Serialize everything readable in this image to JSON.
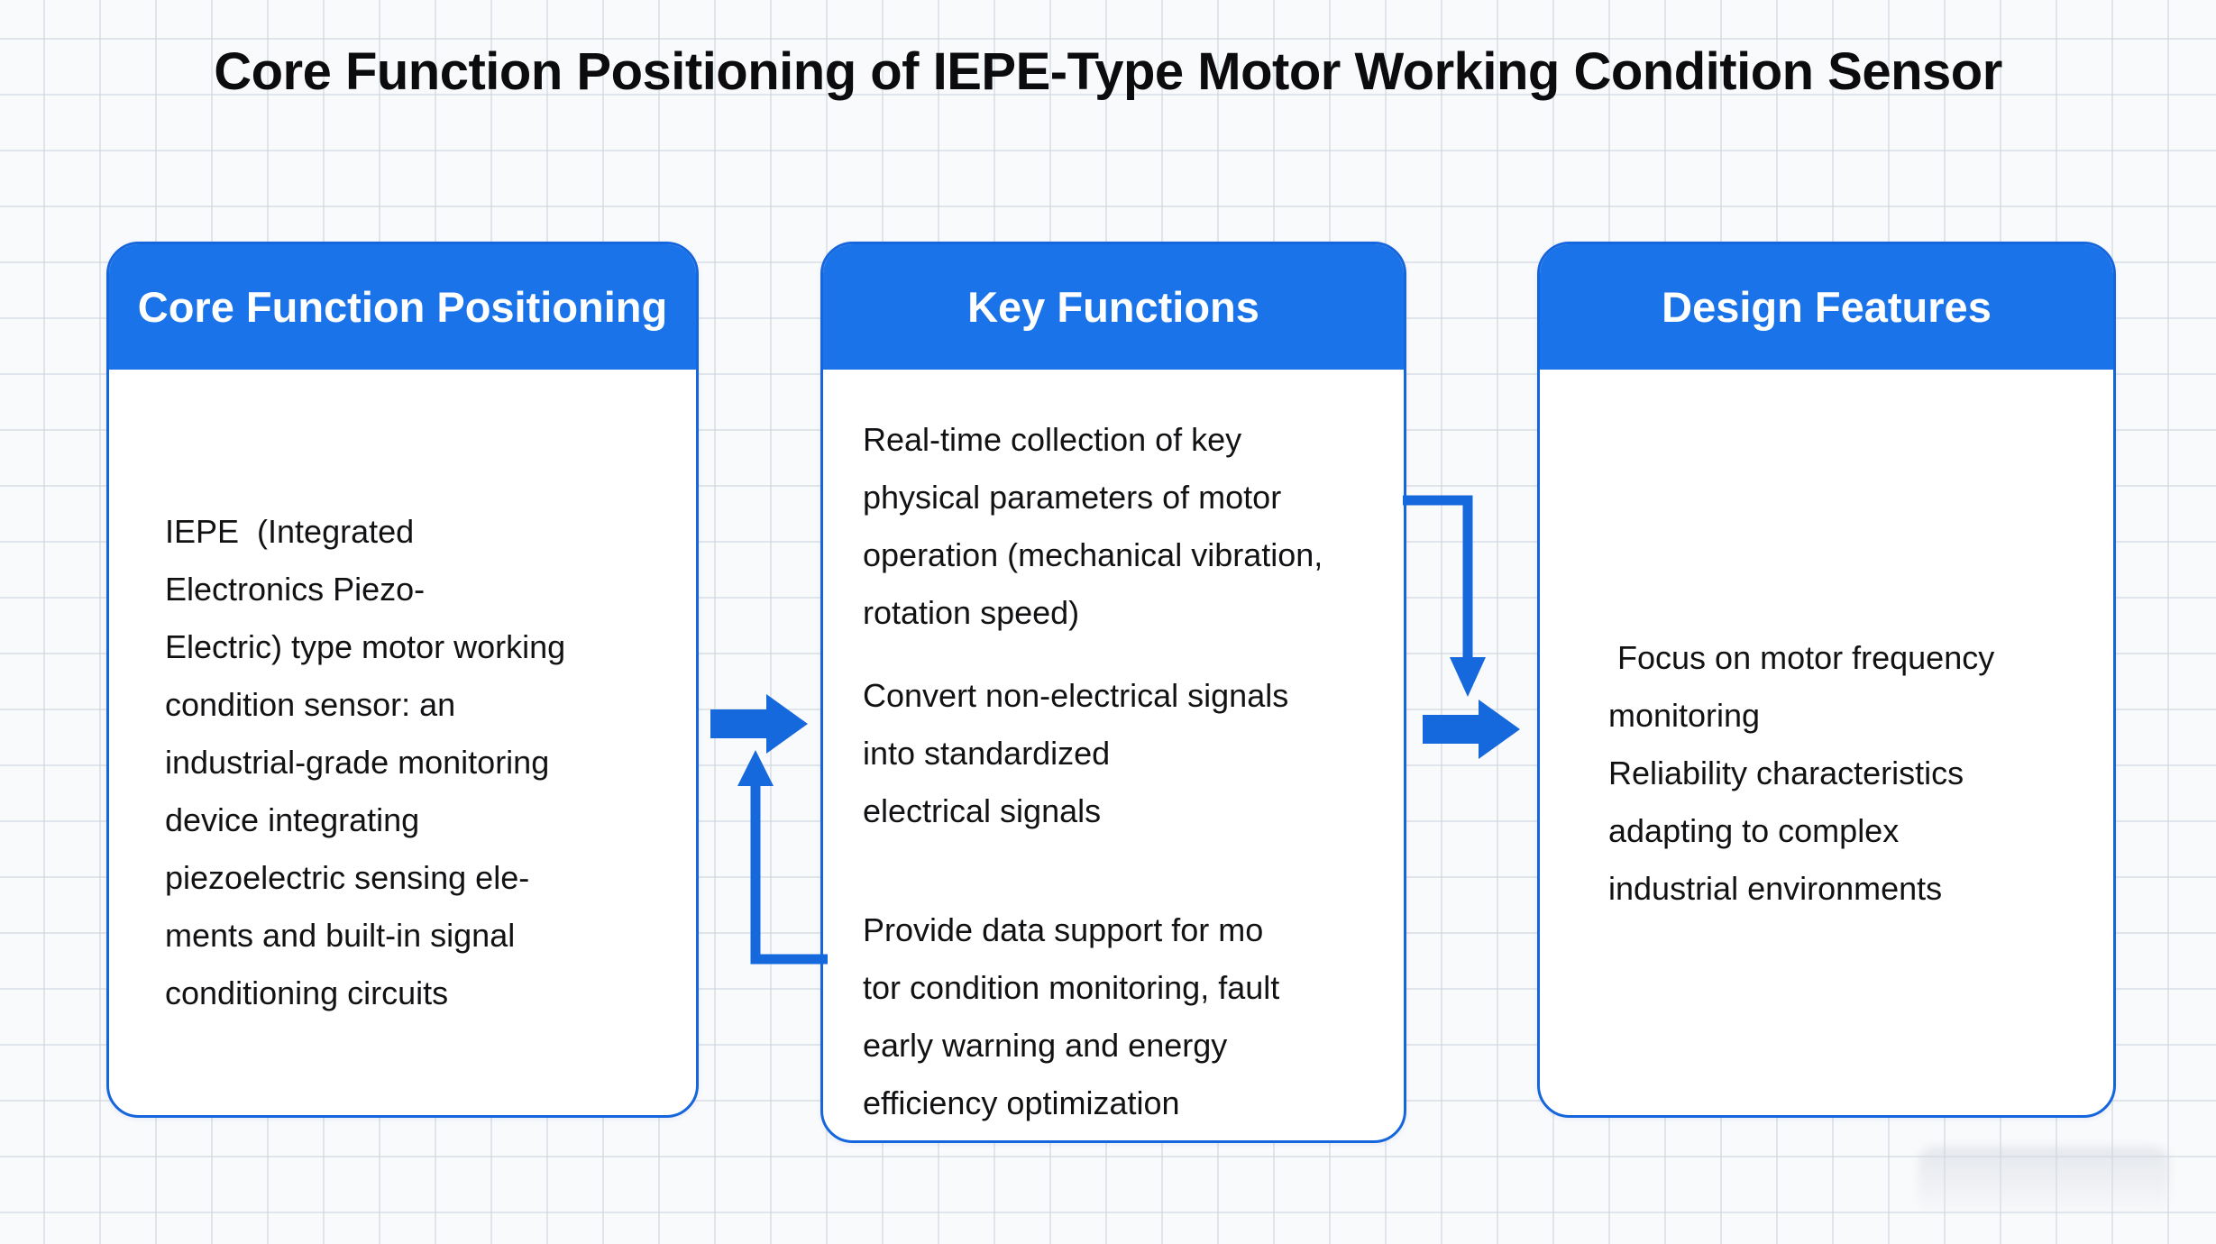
{
  "title": "Core Function Positioning of IEPE-Type Motor Working Condition Sensor",
  "colors": {
    "header_blue": "#1a73e8",
    "card_border_blue": "#1565dc",
    "arrow_blue": "#1569dc",
    "header_text": "#ffffff",
    "body_text": "#121214",
    "title_text": "#0c0c0e"
  },
  "cards": [
    {
      "header": "Core Function Positioning",
      "paragraphs": [
        "IEPE  (Integrated\nElectronics Piezo-\nElectric) type motor working\ncondition sensor: an\nindustrial-grade monitoring\ndevice integrating\npiezoelectric sensing ele-\nments and built-in signal\nconditioning circuits"
      ]
    },
    {
      "header": "Key Functions",
      "paragraphs": [
        "Real-time collection of key\nphysical parameters of motor\noperation (mechanical vibration,\nrotation speed)",
        "Convert non-electrical signals\ninto standardized\nelectrical signals",
        "Provide data support for mo\ntor condition monitoring, fault\nearly warning and energy\nefficiency optimization"
      ]
    },
    {
      "header": "Design Features",
      "paragraphs": [
        " Focus on motor frequency\nmonitoring\nReliability characteristics\nadapting to complex\nindustrial environments"
      ]
    }
  ]
}
